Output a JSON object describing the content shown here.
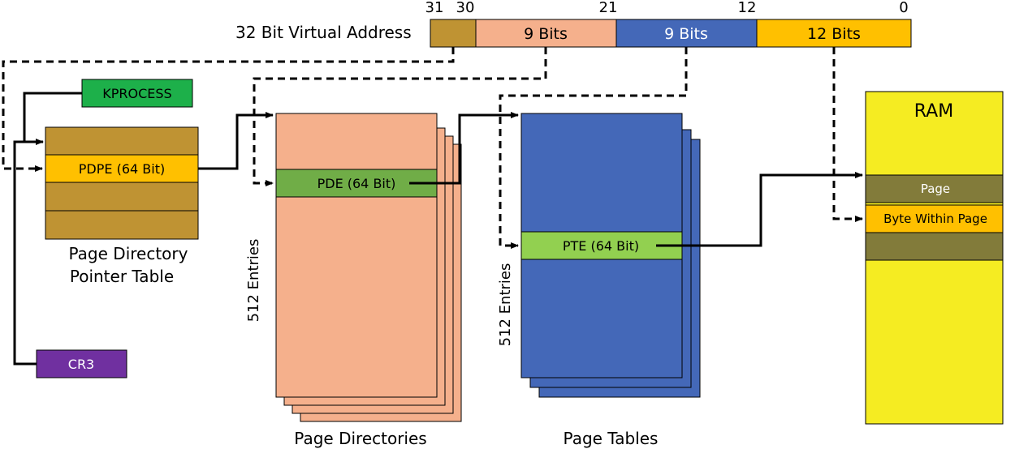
{
  "virtual_address": {
    "label": "32 Bit Virtual Address",
    "bit_markers": [
      "31",
      "30",
      "21",
      "12",
      "0"
    ],
    "fields": [
      "9 Bits",
      "9 Bits",
      "12 Bits"
    ]
  },
  "kprocess": {
    "label": "KPROCESS"
  },
  "cr3": {
    "label": "CR3"
  },
  "pdpt": {
    "entry_label": "PDPE (64 Bit)",
    "caption_line1": "Page Directory",
    "caption_line2": "Pointer Table"
  },
  "page_directories": {
    "entry_label": "PDE (64 Bit)",
    "entries_label": "512 Entries",
    "caption": "Page Directories"
  },
  "page_tables": {
    "entry_label": "PTE (64 Bit)",
    "entries_label": "512 Entries",
    "caption": "Page Tables"
  },
  "ram": {
    "title": "RAM",
    "page_label": "Page",
    "byte_label": "Byte Within Page"
  },
  "colors": {
    "bit_31_30": "#bf9333",
    "field_pd": "#f5b08c",
    "field_pt": "#4468b8",
    "field_offset": "#ffc000",
    "pdpt_row": "#bf9333",
    "pdpe": "#ffc000",
    "kprocess": "#1db04a",
    "cr3": "#7030a0",
    "page_dir": "#f5b08c",
    "pde": "#70ad47",
    "page_table": "#4468b8",
    "pte": "#92d050",
    "ram": "#f5ec22",
    "ram_page": "#827b3a",
    "ram_byte": "#ffc000"
  }
}
